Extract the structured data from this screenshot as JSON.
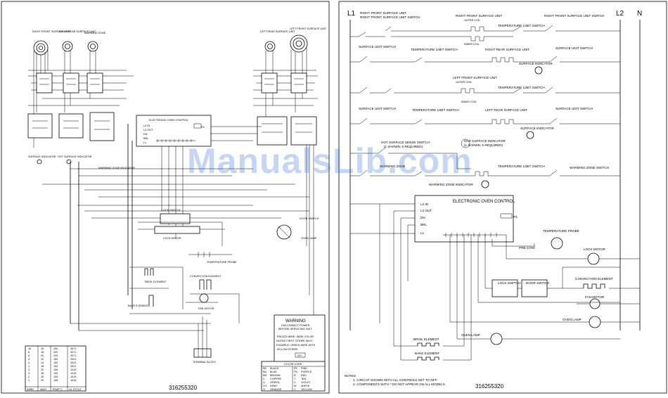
{
  "watermark": "ManualsLib.com",
  "left_panel": {
    "top_labels": {
      "rf": "RIGHT FRONT SURFACE UNIT",
      "rr": "RIGHT REAR SURFACE UNIT",
      "warm": "WARMING ZONE",
      "lr": "LEFT REAR SURFACE UNIT",
      "lf": "LEFT FRONT SURFACE UNIT"
    },
    "eoc_title": "ELECTRONIC OVEN CONTROL",
    "eoc_terminals": [
      "L2 IN",
      "L2 OUT",
      "DN",
      "BRL",
      "L1"
    ],
    "eoc_p4": "P4",
    "surface_indicator": "SURFACE INDICATOR",
    "hot_surface_indicator": "HOT SURFACE INDICATOR",
    "warming_zone_indicator": "WARMING ZONE INDICATOR",
    "lock_switch": "LOCK SWITCH",
    "lock_motor": "LOCK MOTOR",
    "door_switch": "DOOR SWITCH",
    "oven_lamp": "OVEN LAMP",
    "temperature_probe": "TEMPERATURE PROBE",
    "broil_element": "BROIL ELEMENT",
    "bake_element": "BAKE ELEMENT",
    "convection_element": "CONVECTION ELEMENT",
    "fan_motor": "FAN MOTOR",
    "terminal_block": "TERMINAL BLOCK",
    "warning": {
      "title": "WARNING",
      "line1": "DISCONNECT POWER",
      "line2": "BEFORE SERVICING UNIT.",
      "traced1": "TRACED WIRE:  WIRE COLOR",
      "traced2": "NOTED FIRST, STRIPE NEXT.",
      "traced3": "EXAMPLE:  GREEN WIRE WITH",
      "traced4": "YELLOW STRIPE.",
      "example": "G/Y"
    },
    "color_code": {
      "title": "COLOR CODE",
      "rows": [
        [
          "BK",
          "BLACK",
          "PK",
          "PINK"
        ],
        [
          "BU",
          "BLUE",
          "PU",
          "PURPLE"
        ],
        [
          "BR",
          "BROWN",
          "R",
          "RED"
        ],
        [
          "C",
          "COPPER",
          "T",
          "TAN"
        ],
        [
          "G",
          "GREEN",
          "V",
          "VIOLET"
        ],
        [
          "GY",
          "GRAY",
          "W",
          "WHITE"
        ],
        [
          "O",
          "ORANGE",
          "Y",
          "YELLOW"
        ]
      ]
    },
    "wire_table": {
      "rows": [
        [
          "10",
          "18",
          "200",
          "3071"
        ],
        [
          "8",
          "18",
          "200",
          "3071"
        ],
        [
          "6",
          "20",
          "200",
          "3071"
        ],
        [
          "4",
          "12",
          "150",
          "3321"
        ],
        [
          "2",
          "14",
          "150",
          "3321"
        ],
        [
          "1",
          "18",
          "150",
          "3321"
        ],
        [
          "3",
          "20",
          "105",
          "1015"
        ],
        [
          "4",
          "18",
          "105",
          "1015"
        ],
        [
          "2",
          "16",
          "105",
          "1015"
        ],
        [
          "1",
          "20",
          "105",
          "1015"
        ]
      ],
      "header": [
        "WIRE",
        "AWG",
        "TEMP°C",
        "UL STYLE"
      ]
    },
    "part_number": "316255320"
  },
  "right_panel": {
    "l1": "L1",
    "l2": "L2",
    "n": "N",
    "labels": {
      "rf_unit": "RIGHT FRONT SURFACE UNIT",
      "rf_switch": "RIGHT FRONT SURFACE UNIT SWITCH",
      "rf_unit_outer": "RIGHT FRONT SURFACE UNIT",
      "outer_coil": "OUTER COIL",
      "inner_coil": "INNER COIL",
      "temp_limit": "TEMPERATURE LIMIT SWITCH",
      "surface_unit_switch": "SURFACE UNIT SWITCH",
      "rr_unit": "RIGHT REAR SURFACE UNIT",
      "surface_indicator": "SURFACE INDICATOR",
      "lf_unit": "LEFT FRONT SURFACE UNIT",
      "lr_unit": "LEFT REAR SURFACE UNIT",
      "hot_sense": "HOT SURFACE SENSE SWITCH",
      "hot_sense_note": "(1 SHOWN, 5 REQUIRED)",
      "hot_indicator": "HOT SURFACE INDICATOR",
      "hot_indicator_note": "(1 SHOWN, 5 REQUIRED)",
      "warming_zone": "WARMING ZONE",
      "warming_zone_switch": "WARMING ZONE SWITCH",
      "warming_zone_indicator": "WARMING ZONE INDICATOR",
      "eoc": "ELECTRONIC OVEN CONTROL",
      "eoc_p4": "P4",
      "temp_probe": "TEMPERATURE PROBE",
      "prb_con": "PRB CON",
      "lock_motor": "LOCK MOTOR",
      "lock_switch": "LOCK SWITCH",
      "door_switch": "DOOR SWITCH",
      "convection_element": "CONVECTION ELEMENT",
      "fan_motor": "FAN MOTOR",
      "oven_lamp": "OVEN LAMP",
      "broil_element": "BROIL ELEMENT",
      "bake_element": "BAKE ELEMENT"
    },
    "eoc_terminals": [
      "L2 IN",
      "L2 OUT",
      "DN",
      "BRL",
      "L1"
    ],
    "notes": {
      "title": "NOTES:",
      "n1": "1.  CIRCUIT SHOWN WITH ALL CONTROLS SET TO OFF.",
      "n2": "2.  COMPONENTS WITH * DO NOT APPEAR ON ALL MODELS."
    },
    "part_number": "316255320"
  }
}
